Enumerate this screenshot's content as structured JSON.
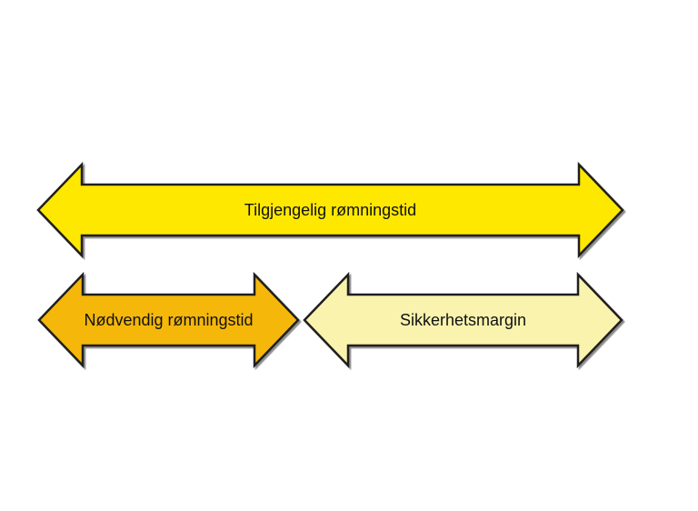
{
  "diagram": {
    "background": "#ffffff",
    "outline_color": "#1f1f1f",
    "text_color": "#111111",
    "arrows": [
      {
        "label": "Tilgjengelig rømningstid",
        "color": "#ffe800"
      },
      {
        "label": "Nødvendig rømningstid",
        "color": "#f5b80a"
      },
      {
        "label": "Sikkerhetsmargin",
        "color": "#f9f3ad"
      }
    ]
  }
}
